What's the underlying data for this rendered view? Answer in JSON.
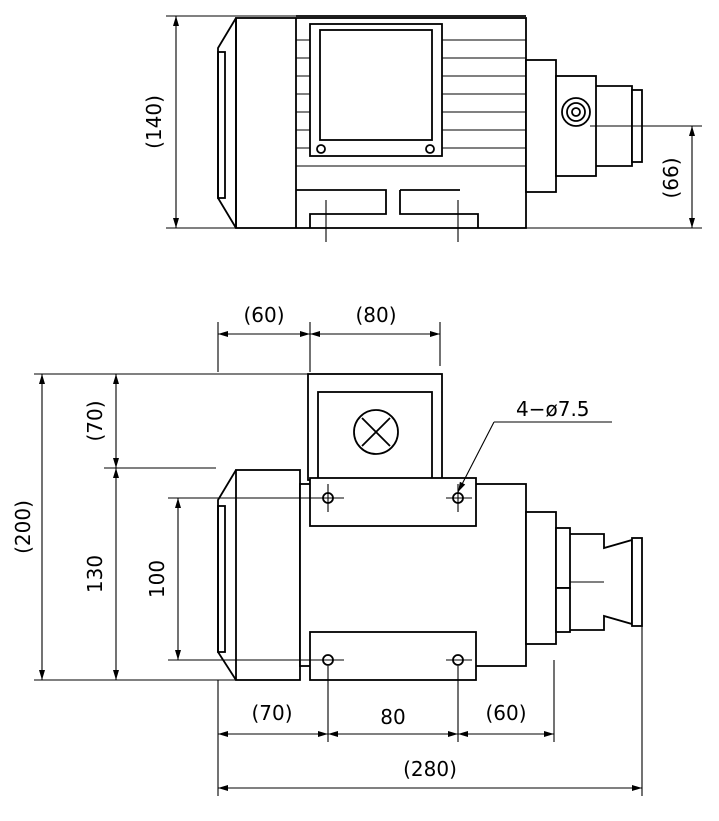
{
  "side_view": {
    "height_dim": "(140)",
    "shaft_height_dim": "(66)"
  },
  "top_view": {
    "dims_top": [
      "(60)",
      "(80)"
    ],
    "dim_overall_width": "(200)",
    "dim_upper": "(70)",
    "dim_mount_span": "130",
    "dim_hole_span": "100",
    "hole_callout": "4−ø7.5",
    "dims_bottom": [
      "(70)",
      "80",
      "(60)"
    ],
    "dim_overall_length": "(280)"
  }
}
